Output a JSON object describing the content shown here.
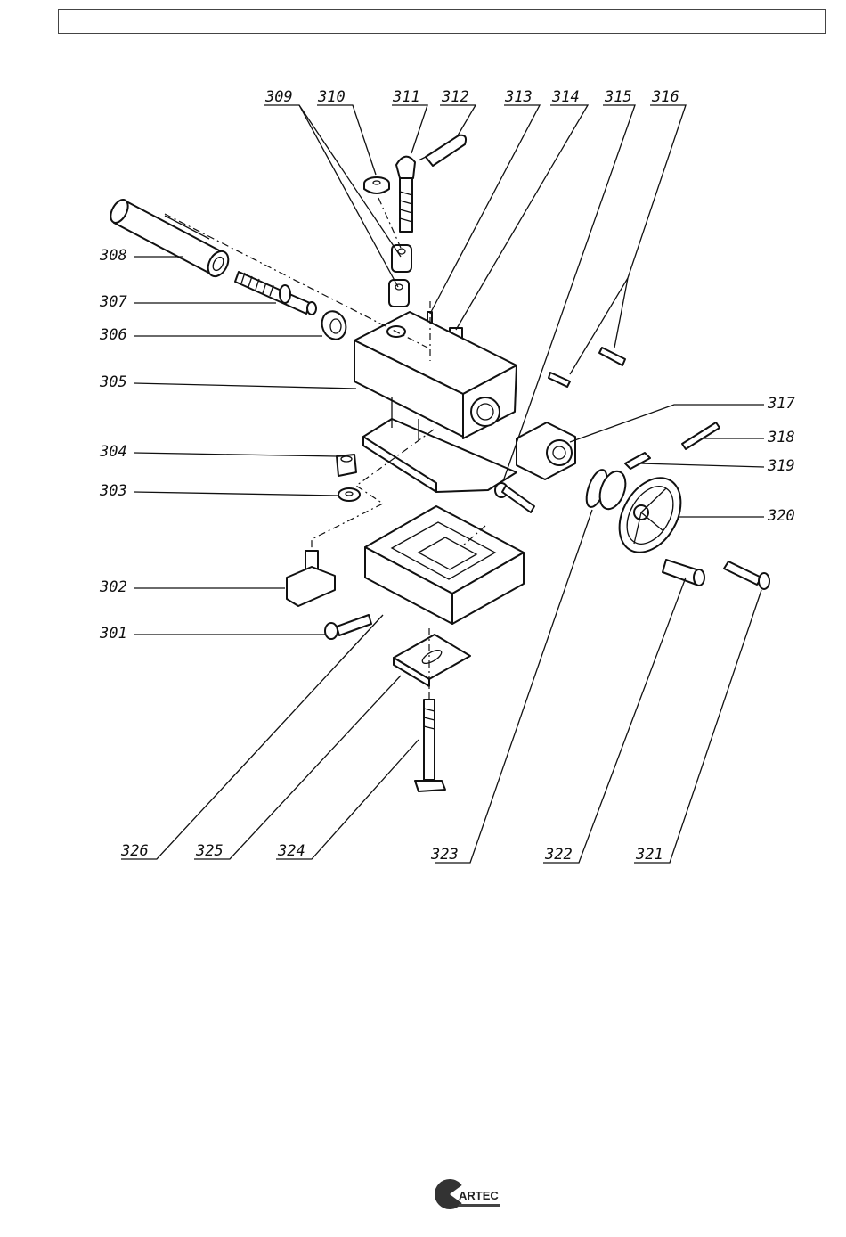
{
  "header": {
    "text": ""
  },
  "diagram": {
    "part_labels": [
      "301",
      "302",
      "303",
      "304",
      "305",
      "306",
      "307",
      "308",
      "309",
      "310",
      "311",
      "312",
      "313",
      "314",
      "315",
      "316",
      "317",
      "318",
      "319",
      "320",
      "321",
      "322",
      "323",
      "324",
      "325",
      "326"
    ]
  },
  "logo": {
    "text": "ARTEC"
  }
}
